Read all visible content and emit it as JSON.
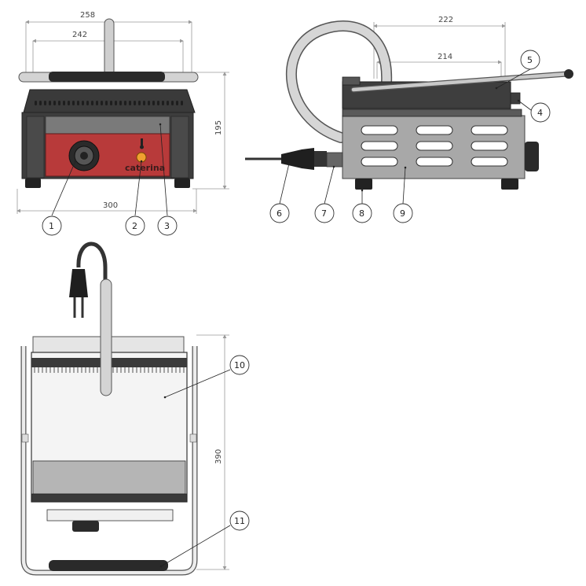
{
  "brand_label": "caterina",
  "dimensions": {
    "front_outer_width": "258",
    "front_inner_width": "242",
    "front_base_width": "300",
    "front_height": "195",
    "side_outer_length": "222",
    "side_inner_length": "214",
    "top_depth": "390"
  },
  "callouts": [
    "1",
    "2",
    "3",
    "4",
    "5",
    "6",
    "7",
    "8",
    "9",
    "10",
    "11"
  ],
  "colors": {
    "red_panel": "#b83a3a",
    "dark_body": "#3d3d3d",
    "steel": "#a8a8a8",
    "plate_grey": "#b5b5b5",
    "lamp": "#f0a030"
  }
}
